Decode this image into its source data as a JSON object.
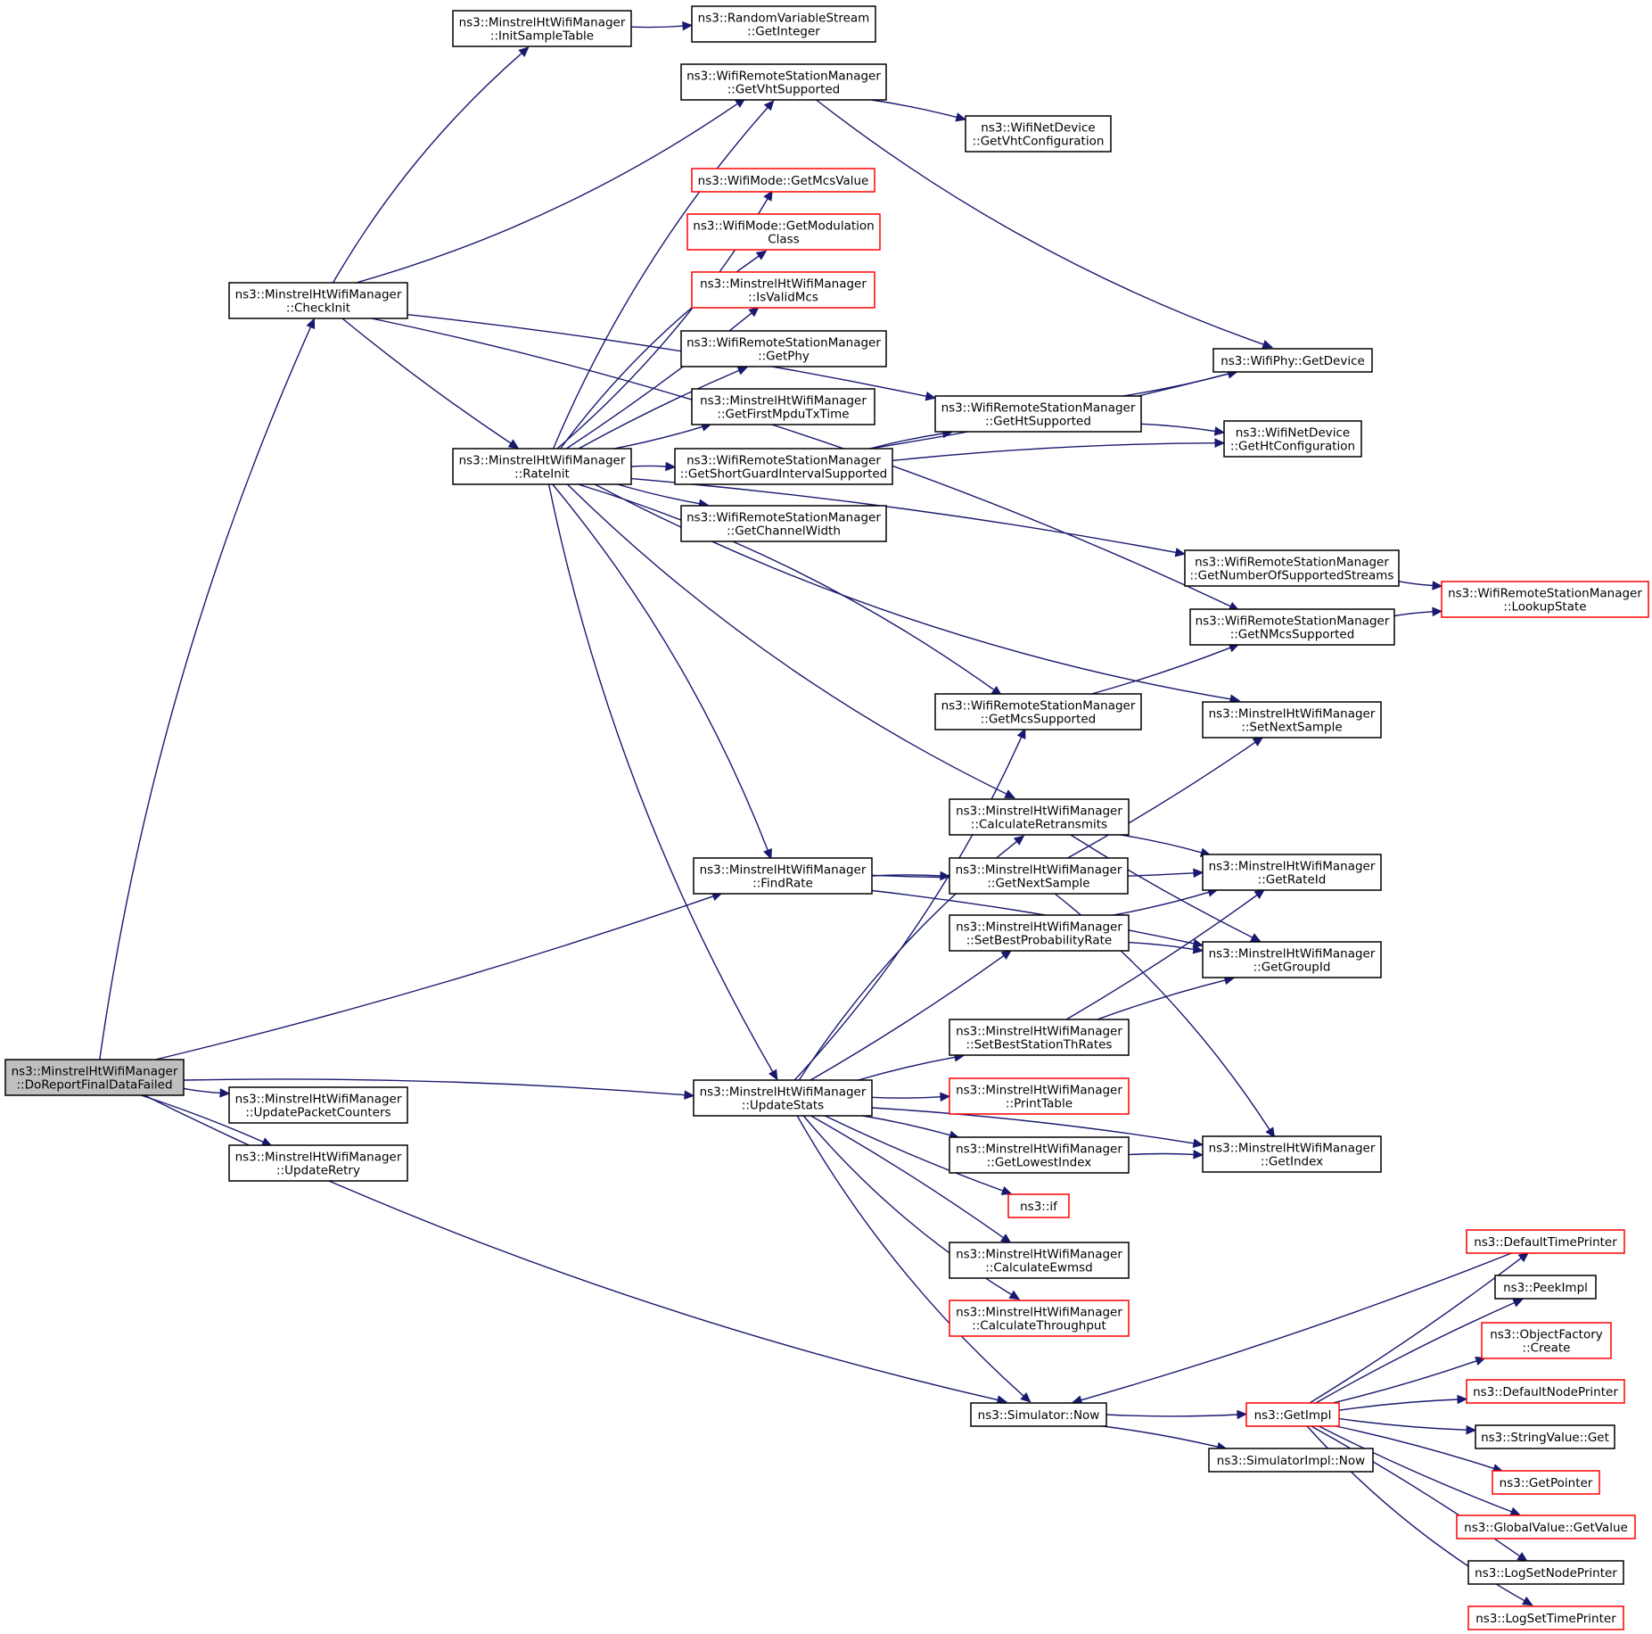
{
  "colors": {
    "edge": "#191970",
    "border": "#000000",
    "border_undocumented": "#ff0000",
    "root_fill": "#bfbfbf"
  },
  "nodes": [
    {
      "id": "root",
      "lines": [
        "ns3::MinstrelHtWifiManager",
        "::DoReportFinalDataFailed"
      ],
      "style": "root"
    },
    {
      "id": "checkinit",
      "lines": [
        "ns3::MinstrelHtWifiManager",
        "::CheckInit"
      ],
      "style": "normal"
    },
    {
      "id": "initsample",
      "lines": [
        "ns3::MinstrelHtWifiManager",
        "::InitSampleTable"
      ],
      "style": "normal"
    },
    {
      "id": "getinteger",
      "lines": [
        "ns3::RandomVariableStream",
        "::GetInteger"
      ],
      "style": "normal"
    },
    {
      "id": "getvht",
      "lines": [
        "ns3::WifiRemoteStationManager",
        "::GetVhtSupported"
      ],
      "style": "normal"
    },
    {
      "id": "getvhtconf",
      "lines": [
        "ns3::WifiNetDevice",
        "::GetVhtConfiguration"
      ],
      "style": "normal"
    },
    {
      "id": "getmcsvalue",
      "lines": [
        "ns3::WifiMode::GetMcsValue"
      ],
      "style": "red"
    },
    {
      "id": "getmodclass",
      "lines": [
        "ns3::WifiMode::GetModulation",
        "Class"
      ],
      "style": "red"
    },
    {
      "id": "isvalidmcs",
      "lines": [
        "ns3::MinstrelHtWifiManager",
        "::IsValidMcs"
      ],
      "style": "red"
    },
    {
      "id": "getphy",
      "lines": [
        "ns3::WifiRemoteStationManager",
        "::GetPhy"
      ],
      "style": "normal"
    },
    {
      "id": "getfirstmpdu",
      "lines": [
        "ns3::MinstrelHtWifiManager",
        "::GetFirstMpduTxTime"
      ],
      "style": "normal"
    },
    {
      "id": "rateinit",
      "lines": [
        "ns3::MinstrelHtWifiManager",
        "::RateInit"
      ],
      "style": "normal"
    },
    {
      "id": "getsgi",
      "lines": [
        "ns3::WifiRemoteStationManager",
        "::GetShortGuardIntervalSupported"
      ],
      "style": "normal"
    },
    {
      "id": "getchanwidth",
      "lines": [
        "ns3::WifiRemoteStationManager",
        "::GetChannelWidth"
      ],
      "style": "normal"
    },
    {
      "id": "getht",
      "lines": [
        "ns3::WifiRemoteStationManager",
        "::GetHtSupported"
      ],
      "style": "normal"
    },
    {
      "id": "phygetdevice",
      "lines": [
        "ns3::WifiPhy::GetDevice"
      ],
      "style": "normal"
    },
    {
      "id": "gethtconf",
      "lines": [
        "ns3::WifiNetDevice",
        "::GetHtConfiguration"
      ],
      "style": "normal"
    },
    {
      "id": "getnss",
      "lines": [
        "ns3::WifiRemoteStationManager",
        "::GetNumberOfSupportedStreams"
      ],
      "style": "normal"
    },
    {
      "id": "getnmcs",
      "lines": [
        "ns3::WifiRemoteStationManager",
        "::GetNMcsSupported"
      ],
      "style": "normal"
    },
    {
      "id": "lookupstate",
      "lines": [
        "ns3::WifiRemoteStationManager",
        "::LookupState"
      ],
      "style": "red"
    },
    {
      "id": "getmcssupp",
      "lines": [
        "ns3::WifiRemoteStationManager",
        "::GetMcsSupported"
      ],
      "style": "normal"
    },
    {
      "id": "setnextsample",
      "lines": [
        "ns3::MinstrelHtWifiManager",
        "::SetNextSample"
      ],
      "style": "normal"
    },
    {
      "id": "calcretrans",
      "lines": [
        "ns3::MinstrelHtWifiManager",
        "::CalculateRetransmits"
      ],
      "style": "normal"
    },
    {
      "id": "findrate",
      "lines": [
        "ns3::MinstrelHtWifiManager",
        "::FindRate"
      ],
      "style": "normal"
    },
    {
      "id": "getnextsample",
      "lines": [
        "ns3::MinstrelHtWifiManager",
        "::GetNextSample"
      ],
      "style": "normal"
    },
    {
      "id": "getrateid",
      "lines": [
        "ns3::MinstrelHtWifiManager",
        "::GetRateId"
      ],
      "style": "normal"
    },
    {
      "id": "setbestprob",
      "lines": [
        "ns3::MinstrelHtWifiManager",
        "::SetBestProbabilityRate"
      ],
      "style": "normal"
    },
    {
      "id": "getgroupid",
      "lines": [
        "ns3::MinstrelHtWifiManager",
        "::GetGroupId"
      ],
      "style": "normal"
    },
    {
      "id": "setbestth",
      "lines": [
        "ns3::MinstrelHtWifiManager",
        "::SetBestStationThRates"
      ],
      "style": "normal"
    },
    {
      "id": "updatepkt",
      "lines": [
        "ns3::MinstrelHtWifiManager",
        "::UpdatePacketCounters"
      ],
      "style": "normal"
    },
    {
      "id": "updatestats",
      "lines": [
        "ns3::MinstrelHtWifiManager",
        "::UpdateStats"
      ],
      "style": "normal"
    },
    {
      "id": "printtable",
      "lines": [
        "ns3::MinstrelHtWifiManager",
        "::PrintTable"
      ],
      "style": "red"
    },
    {
      "id": "updateretry",
      "lines": [
        "ns3::MinstrelHtWifiManager",
        "::UpdateRetry"
      ],
      "style": "normal"
    },
    {
      "id": "getlowest",
      "lines": [
        "ns3::MinstrelHtWifiManager",
        "::GetLowestIndex"
      ],
      "style": "normal"
    },
    {
      "id": "getindex",
      "lines": [
        "ns3::MinstrelHtWifiManager",
        "::GetIndex"
      ],
      "style": "normal"
    },
    {
      "id": "nsif",
      "lines": [
        "ns3::if"
      ],
      "style": "red"
    },
    {
      "id": "calcewmsd",
      "lines": [
        "ns3::MinstrelHtWifiManager",
        "::CalculateEwmsd"
      ],
      "style": "normal"
    },
    {
      "id": "calcthroughput",
      "lines": [
        "ns3::MinstrelHtWifiManager",
        "::CalculateThroughput"
      ],
      "style": "red"
    },
    {
      "id": "defaulttime",
      "lines": [
        "ns3::DefaultTimePrinter"
      ],
      "style": "red"
    },
    {
      "id": "peekimpl",
      "lines": [
        "ns3::PeekImpl"
      ],
      "style": "normal"
    },
    {
      "id": "objfactory",
      "lines": [
        "ns3::ObjectFactory",
        "::Create"
      ],
      "style": "red"
    },
    {
      "id": "simnow",
      "lines": [
        "ns3::Simulator::Now"
      ],
      "style": "normal"
    },
    {
      "id": "getimpl",
      "lines": [
        "ns3::GetImpl"
      ],
      "style": "red"
    },
    {
      "id": "defaultnode",
      "lines": [
        "ns3::DefaultNodePrinter"
      ],
      "style": "red"
    },
    {
      "id": "stringget",
      "lines": [
        "ns3::StringValue::Get"
      ],
      "style": "normal"
    },
    {
      "id": "simimplnow",
      "lines": [
        "ns3::SimulatorImpl::Now"
      ],
      "style": "normal"
    },
    {
      "id": "getpointer",
      "lines": [
        "ns3::GetPointer"
      ],
      "style": "red"
    },
    {
      "id": "globalget",
      "lines": [
        "ns3::GlobalValue::GetValue"
      ],
      "style": "red"
    },
    {
      "id": "lognode",
      "lines": [
        "ns3::LogSetNodePrinter"
      ],
      "style": "normal"
    },
    {
      "id": "logtime",
      "lines": [
        "ns3::LogSetTimePrinter"
      ],
      "style": "red"
    }
  ],
  "edges": [
    [
      "root",
      "checkinit"
    ],
    [
      "root",
      "findrate"
    ],
    [
      "root",
      "updatestats"
    ],
    [
      "root",
      "updatepkt"
    ],
    [
      "root",
      "updateretry"
    ],
    [
      "root",
      "simnow"
    ],
    [
      "checkinit",
      "initsample"
    ],
    [
      "checkinit",
      "getvht"
    ],
    [
      "checkinit",
      "getht"
    ],
    [
      "checkinit",
      "rateinit"
    ],
    [
      "checkinit",
      "getnmcs"
    ],
    [
      "initsample",
      "getinteger"
    ],
    [
      "getvht",
      "getvhtconf"
    ],
    [
      "getvht",
      "phygetdevice"
    ],
    [
      "rateinit",
      "getvht"
    ],
    [
      "rateinit",
      "getmcsvalue"
    ],
    [
      "rateinit",
      "getmodclass"
    ],
    [
      "rateinit",
      "isvalidmcs"
    ],
    [
      "rateinit",
      "getphy"
    ],
    [
      "rateinit",
      "getfirstmpdu"
    ],
    [
      "rateinit",
      "getsgi"
    ],
    [
      "rateinit",
      "getchanwidth"
    ],
    [
      "rateinit",
      "getnss"
    ],
    [
      "rateinit",
      "setnextsample"
    ],
    [
      "rateinit",
      "getmcssupp"
    ],
    [
      "rateinit",
      "calcretrans"
    ],
    [
      "rateinit",
      "findrate"
    ],
    [
      "rateinit",
      "updatestats"
    ],
    [
      "getsgi",
      "getht"
    ],
    [
      "getsgi",
      "phygetdevice"
    ],
    [
      "getsgi",
      "gethtconf"
    ],
    [
      "getht",
      "phygetdevice"
    ],
    [
      "getht",
      "gethtconf"
    ],
    [
      "getnss",
      "lookupstate"
    ],
    [
      "getnmcs",
      "lookupstate"
    ],
    [
      "getmcssupp",
      "getnmcs"
    ],
    [
      "calcretrans",
      "getrateid"
    ],
    [
      "calcretrans",
      "getgroupid"
    ],
    [
      "findrate",
      "getnextsample"
    ],
    [
      "findrate",
      "getrateid"
    ],
    [
      "findrate",
      "getgroupid"
    ],
    [
      "getnextsample",
      "setnextsample"
    ],
    [
      "getnextsample",
      "getindex"
    ],
    [
      "setbestprob",
      "getrateid"
    ],
    [
      "setbestprob",
      "getgroupid"
    ],
    [
      "setbestth",
      "getrateid"
    ],
    [
      "setbestth",
      "getgroupid"
    ],
    [
      "updatestats",
      "getmcssupp"
    ],
    [
      "updatestats",
      "calcretrans"
    ],
    [
      "updatestats",
      "setbestprob"
    ],
    [
      "updatestats",
      "setbestth"
    ],
    [
      "updatestats",
      "printtable"
    ],
    [
      "updatestats",
      "getlowest"
    ],
    [
      "updatestats",
      "nsif"
    ],
    [
      "updatestats",
      "calcewmsd"
    ],
    [
      "updatestats",
      "calcthroughput"
    ],
    [
      "updatestats",
      "getindex"
    ],
    [
      "updatestats",
      "simnow"
    ],
    [
      "getlowest",
      "getindex"
    ],
    [
      "simnow",
      "getimpl"
    ],
    [
      "simnow",
      "simimplnow"
    ],
    [
      "getimpl",
      "defaulttime"
    ],
    [
      "getimpl",
      "peekimpl"
    ],
    [
      "getimpl",
      "objfactory"
    ],
    [
      "getimpl",
      "defaultnode"
    ],
    [
      "getimpl",
      "stringget"
    ],
    [
      "getimpl",
      "getpointer"
    ],
    [
      "getimpl",
      "globalget"
    ],
    [
      "getimpl",
      "lognode"
    ],
    [
      "getimpl",
      "logtime"
    ],
    [
      "defaulttime",
      "simnow"
    ]
  ]
}
